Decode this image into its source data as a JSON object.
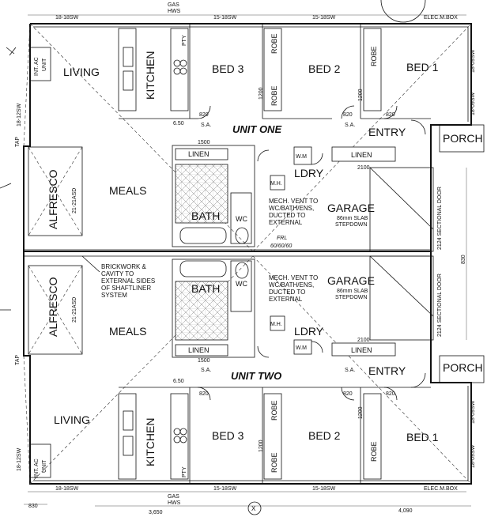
{
  "top": {
    "gas": "GAS",
    "hws": "HWS",
    "dims": [
      "18-18SW",
      "15-18SW",
      "15-18SW"
    ],
    "elec": "ELEC.M.BOX"
  },
  "bottom": {
    "gas": "GAS",
    "hws": "HWS",
    "dims": [
      "18-18SW",
      "15-18SW",
      "15-18SW"
    ],
    "elec": "ELEC.M.BOX",
    "overall": [
      "830",
      "3,650",
      "4,090"
    ]
  },
  "side": {
    "left": [
      "18-12SW",
      "18-12SW"
    ],
    "right": [
      "18-09SW",
      "18-09SW",
      "18-09SW",
      "18-09SW"
    ],
    "tap": "TAP",
    "sectional": "2124 SECTIONAL DOOR",
    "dim830": "830"
  },
  "unit_one": {
    "title": "UNIT ONE",
    "living": "LIVING",
    "kitchen": "KITCHEN",
    "bed3": "BED 3",
    "bed2": "BED 2",
    "bed1": "BED 1",
    "robe": "ROBE",
    "entry": "ENTRY",
    "porch": "PORCH",
    "alfresco": "ALFRESCO",
    "asd": "21-21ASD",
    "meals": "MEALS",
    "linen": "LINEN",
    "ldry": "LDRY",
    "garage": "GARAGE",
    "slab": "86mm SLAB",
    "stepdown": "STEPDOWN",
    "bath": "BATH",
    "wc": "WC",
    "mech": [
      "MECH. VENT TO",
      "WC/BATH/ENS,",
      "DUCTED TO",
      "EXTERNAL"
    ],
    "mh": "M.H.",
    "wm": "W.M",
    "int_ac": "INT. AC",
    "unit": "UNIT",
    "pty": "PTY",
    "d820": "820",
    "d1200": "1200",
    "d1500": "1500",
    "d2100": "2100",
    "d650": "6.50",
    "sa": "S.A."
  },
  "unit_two": {
    "title": "UNIT TWO",
    "living": "LIVING",
    "kitchen": "KITCHEN",
    "bed3": "BED 3",
    "bed2": "BED 2",
    "bed1": "BED 1",
    "robe": "ROBE",
    "entry": "ENTRY",
    "porch": "PORCH",
    "alfresco": "ALFRESCO",
    "asd": "21-21ASD",
    "meals": "MEALS",
    "linen": "LINEN",
    "ldry": "LDRY",
    "garage": "GARAGE",
    "slab": "86mm SLAB",
    "stepdown": "STEPDOWN",
    "bath": "BATH",
    "wc": "WC",
    "mech": [
      "MECH. VENT TO",
      "WC/BATH/ENS,",
      "DUCTED TO",
      "EXTERNAL"
    ],
    "mh": "M.H.",
    "wm": "W.M",
    "int_ac": "INT. AC",
    "unit": "UNIT",
    "pty": "PTY",
    "d820": "820",
    "d1200": "1200",
    "d1500": "1500",
    "d2100": "2100",
    "d650": "6.50",
    "sa": "S.A."
  },
  "party_wall": {
    "frl_label": "FRL",
    "frl_value": "60/60/60",
    "note": [
      "BRICKWORK &",
      "CAVITY TO",
      "EXTERNAL SIDES",
      "OF SHAFTLINER",
      "SYSTEM"
    ]
  },
  "grid_marker": "X"
}
